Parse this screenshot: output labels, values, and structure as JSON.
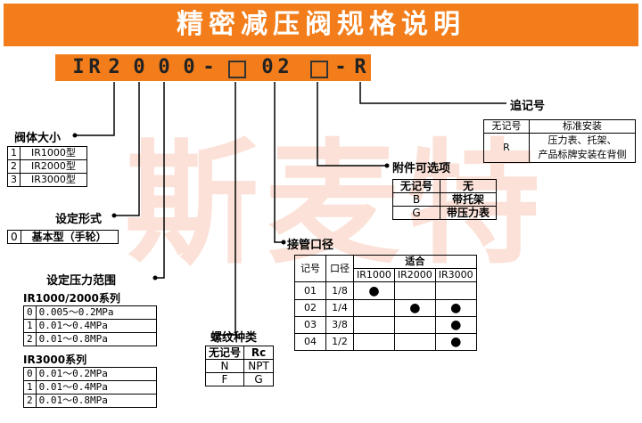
{
  "title": "精密减压阀规格说明",
  "watermark": "斯麦特",
  "model_code": {
    "chars": [
      "I",
      "R",
      "2",
      "0",
      "0",
      "0",
      "-",
      "0",
      "2",
      "-",
      "R"
    ]
  },
  "valve_size": {
    "label": "阀体大小",
    "rows": [
      [
        "1",
        "IR1000型"
      ],
      [
        "2",
        "IR2000型"
      ],
      [
        "3",
        "IR3000型"
      ]
    ]
  },
  "setting_type": {
    "label": "设定形式",
    "rows": [
      [
        "0",
        "基本型（手轮）"
      ]
    ]
  },
  "pressure_range": {
    "label": "设定压力范围",
    "series1_label": "IR1000/2000系列",
    "series1_rows": [
      [
        "0",
        "0.005～0.2MPa"
      ],
      [
        "1",
        "0.01～0.4MPa"
      ],
      [
        "2",
        "0.01～0.8MPa"
      ]
    ],
    "series2_label": "IR3000系列",
    "series2_rows": [
      [
        "0",
        "0.01～0.2MPa"
      ],
      [
        "1",
        "0.01～0.4MPa"
      ],
      [
        "2",
        "0.01～0.8MPa"
      ]
    ]
  },
  "thread_type": {
    "label": "螺纹种类",
    "header": [
      "无记号",
      "Rc"
    ],
    "rows": [
      [
        "N",
        "NPT"
      ],
      [
        "F",
        "G"
      ]
    ]
  },
  "port_size": {
    "label": "接管口径",
    "col_code": "记号",
    "col_size": "口径",
    "col_applicable": "适合",
    "models": [
      "IR1000",
      "IR2000",
      "IR3000"
    ],
    "rows": [
      {
        "code": "01",
        "size": "1/8",
        "marks": [
          "●",
          "",
          ""
        ]
      },
      {
        "code": "02",
        "size": "1/4",
        "marks": [
          "",
          "●",
          "●"
        ]
      },
      {
        "code": "03",
        "size": "3/8",
        "marks": [
          "",
          "",
          "●"
        ]
      },
      {
        "code": "04",
        "size": "1/2",
        "marks": [
          "",
          "",
          "●"
        ]
      }
    ]
  },
  "accessory": {
    "label": "附件可选项",
    "rows": [
      [
        "无记号",
        "无"
      ],
      [
        "B",
        "带托架"
      ],
      [
        "G",
        "带压力表"
      ]
    ]
  },
  "suffix": {
    "label": "追记号",
    "rows": [
      [
        "无记号",
        "标准安装"
      ],
      [
        "R",
        "压力表、托架、\n产品标牌安装在背侧"
      ]
    ]
  }
}
